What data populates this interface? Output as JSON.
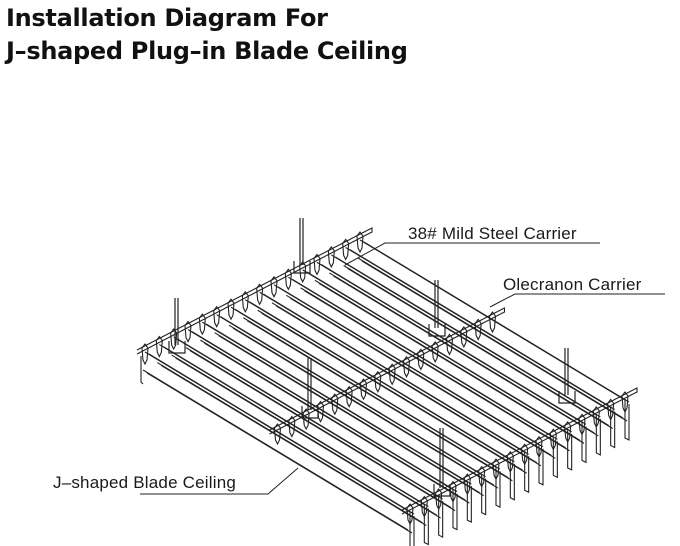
{
  "title": {
    "line1": "Installation Diagram For",
    "line2": "J–shaped Plug–in Blade Ceiling"
  },
  "labels": {
    "carrier_38": "38# Mild Steel Carrier",
    "olecranon": "Olecranon Carrier",
    "blade": "J–shaped Blade Ceiling"
  },
  "diagram": {
    "view": "isometric line drawing",
    "stroke_color": "#222222",
    "carrier_rails": 3,
    "blade_count": 16,
    "hanger_rods": 6
  }
}
